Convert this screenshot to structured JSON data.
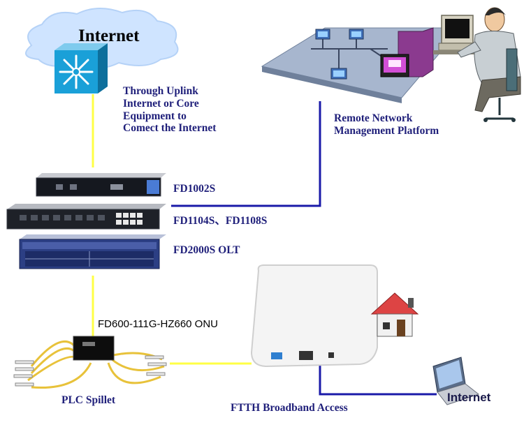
{
  "cloud_label": "Internet",
  "uplink_lines": [
    "Through Uplink",
    "Internet or Core",
    "Equipment to",
    "Comect the Internet"
  ],
  "nms_lines": [
    "Remote Network",
    "Management Platform"
  ],
  "devices": {
    "fd1002s": "FD1002S",
    "fd1104s": "FD1104S、FD1108S",
    "fd2000s": "FD2000S OLT"
  },
  "onu_label": "FD600-111G-HZ660 ONU",
  "plc_label": "PLC Spillet",
  "ftth_label": "FTTH Broadband Access",
  "laptop_label": "Internet",
  "colors": {
    "yellow_link": "#ffff44",
    "blue_link": "#1a1aa8",
    "label_navy": "#1f1f7a"
  }
}
